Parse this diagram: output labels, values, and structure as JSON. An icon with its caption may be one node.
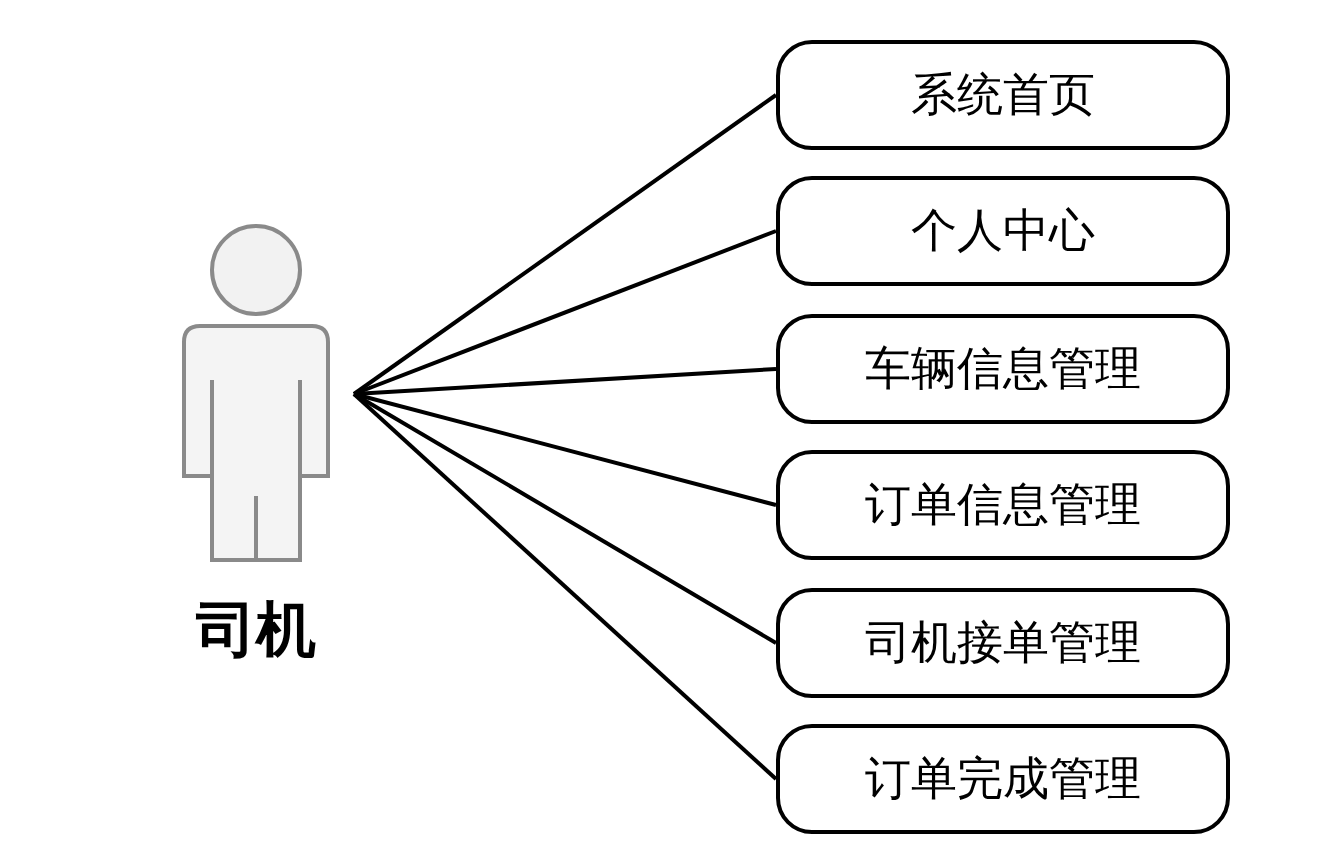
{
  "diagram": {
    "nodes": [
      {
        "text": [
          "司机"
        ]
      },
      {
        "text": [
          "系统首页"
        ]
      },
      {
        "text": [
          "个人中心"
        ]
      },
      {
        "text": [
          "车辆信息管理"
        ]
      },
      {
        "text": [
          "订单信息管理"
        ]
      },
      {
        "text": [
          "司机接单管理"
        ]
      },
      {
        "text": [
          "订单完成管理"
        ]
      }
    ],
    "edges": [
      {
        "from": 0,
        "to": 1,
        "arrow": "none"
      },
      {
        "from": 0,
        "to": 2,
        "arrow": "none"
      },
      {
        "from": 0,
        "to": 3,
        "arrow": "none"
      },
      {
        "from": 0,
        "to": 4,
        "arrow": "none"
      },
      {
        "from": 0,
        "to": 5,
        "arrow": "none"
      },
      {
        "from": 0,
        "to": 6,
        "arrow": "none"
      }
    ]
  }
}
